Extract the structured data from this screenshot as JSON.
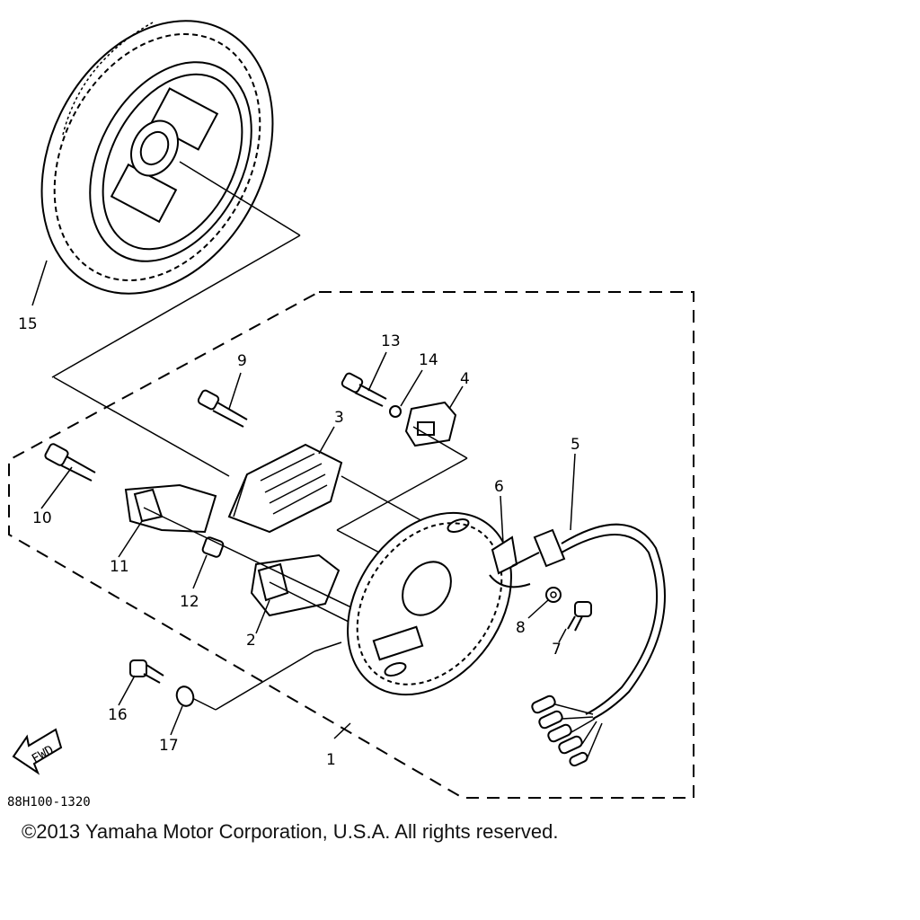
{
  "diagram": {
    "labels": {
      "p1": "1",
      "p2": "2",
      "p3": "3",
      "p4": "4",
      "p5": "5",
      "p6": "6",
      "p7": "7",
      "p8": "8",
      "p9": "9",
      "p10": "10",
      "p11": "11",
      "p12": "12",
      "p13": "13",
      "p14": "14",
      "p15": "15",
      "p16": "16",
      "p17": "17"
    },
    "fwd_arrow_text": "FWD",
    "diagram_code": "88H100-1320"
  },
  "footer": {
    "copyright": "©2013 Yamaha Motor Corporation, U.S.A. All rights reserved."
  }
}
